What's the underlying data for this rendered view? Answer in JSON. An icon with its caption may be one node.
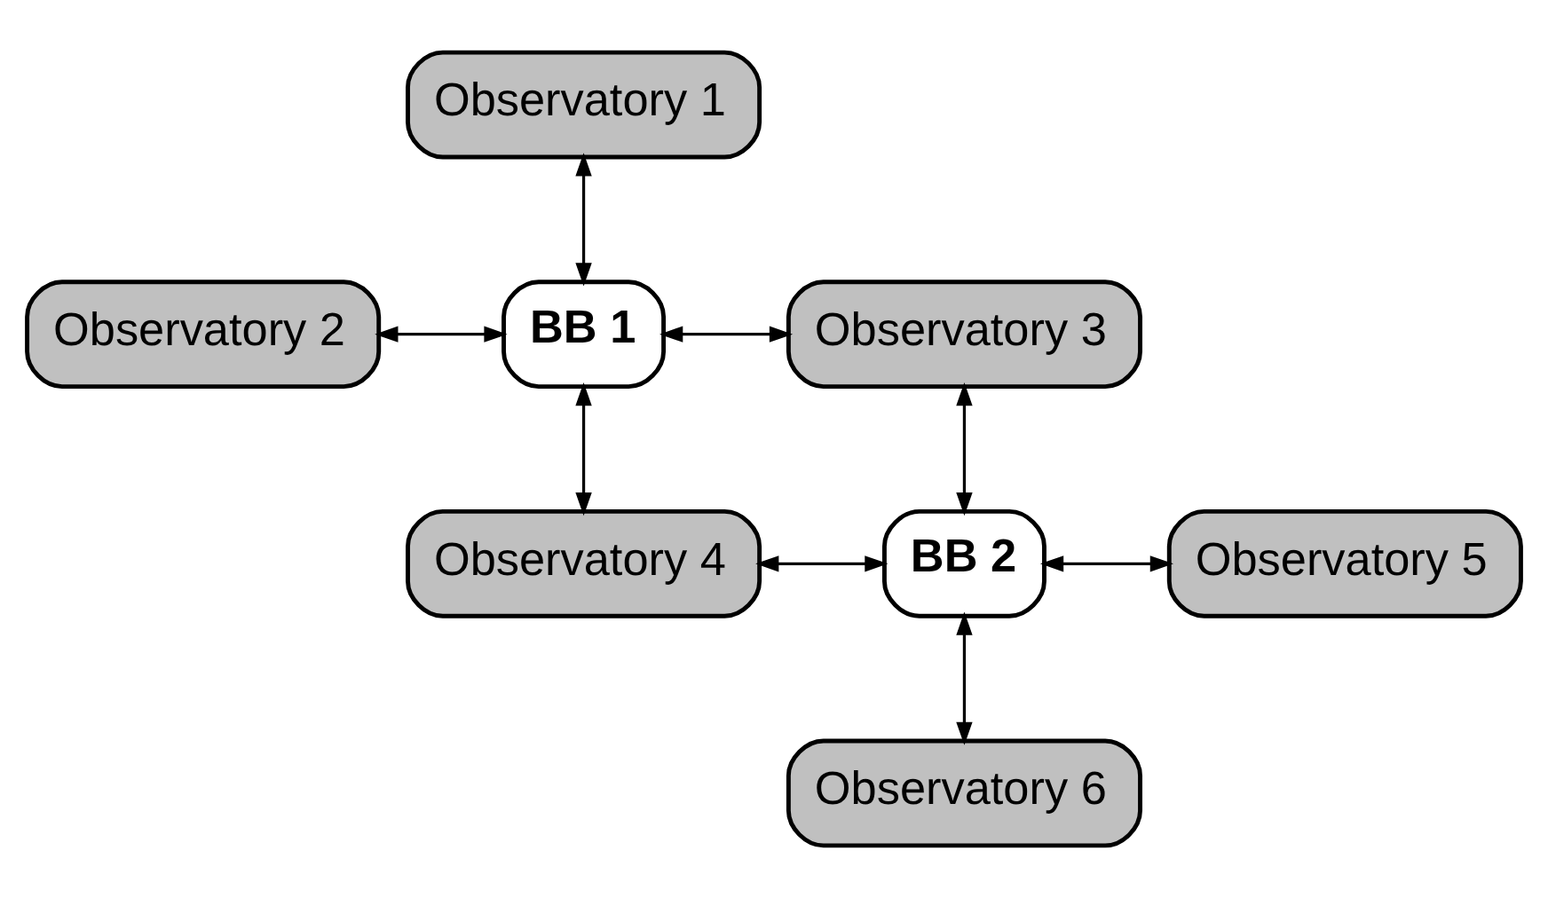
{
  "diagram": {
    "nodes": [
      {
        "text": [
          "Observatory 1"
        ]
      },
      {
        "text": [
          "Observatory 2"
        ]
      },
      {
        "text": [
          "BB 1"
        ]
      },
      {
        "text": [
          "Observatory 3"
        ]
      },
      {
        "text": [
          "Observatory 4"
        ]
      },
      {
        "text": [
          "BB 2"
        ]
      },
      {
        "text": [
          "Observatory 5"
        ]
      },
      {
        "text": [
          "Observatory 6"
        ]
      }
    ],
    "edges": [
      {
        "from": 0,
        "to": 2,
        "arrow": "both"
      },
      {
        "from": 1,
        "to": 2,
        "arrow": "both"
      },
      {
        "from": 2,
        "to": 3,
        "arrow": "both"
      },
      {
        "from": 2,
        "to": 4,
        "arrow": "both"
      },
      {
        "from": 3,
        "to": 5,
        "arrow": "both"
      },
      {
        "from": 4,
        "to": 5,
        "arrow": "both"
      },
      {
        "from": 5,
        "to": 6,
        "arrow": "both"
      },
      {
        "from": 5,
        "to": 7,
        "arrow": "both"
      }
    ]
  }
}
